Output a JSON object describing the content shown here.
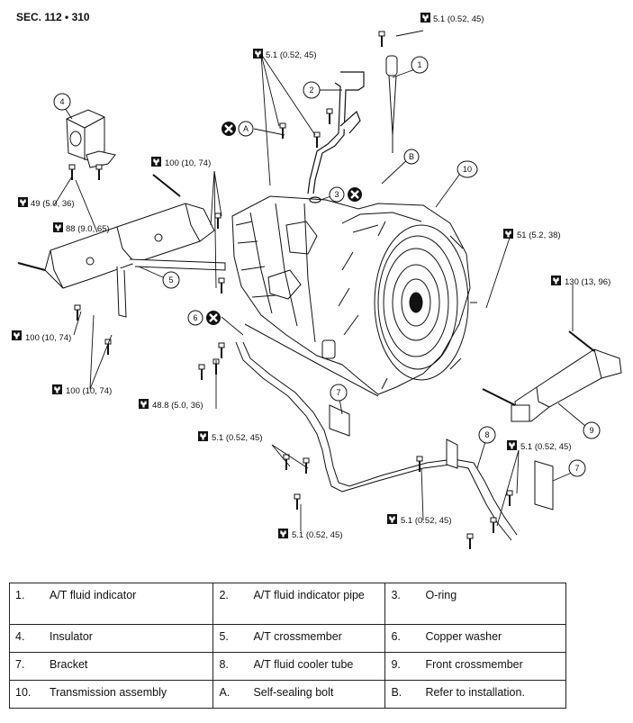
{
  "section": "SEC. 112 • 310",
  "torques": {
    "t_top_right": "5.1 (0.52, 45)",
    "t_pipe": "5.1 (0.52, 45)",
    "t_insulator_49": "49 (5.0, 36)",
    "t_insulator_88": "88 (9.0, 65)",
    "t_xmember_100_top": "100 (10, 74)",
    "t_xmember_100_left": "100 (10, 74)",
    "t_xmember_100_bottom": "100 (10, 74)",
    "t_51": "51 (5.2, 38)",
    "t_130": "130 (13, 96)",
    "t_48": "48.8 (5.0, 36)",
    "t_tube_left": "5.1 (0.52, 45)",
    "t_tube_right": "5.1 (0.52, 45)",
    "t_tube_mid": "5.1 (0.52, 45)",
    "t_tube_bottom": "5.1 (0.52, 45)"
  },
  "callouts": {
    "c1": "1",
    "c2": "2",
    "c3": "3",
    "c4": "4",
    "c5": "5",
    "c6": "6",
    "c7a": "7",
    "c7b": "7",
    "c8": "8",
    "c9": "9",
    "c10": "10",
    "cA": "A",
    "cB": "B"
  },
  "legend": [
    [
      {
        "num": "1.",
        "text": "A/T fluid indicator"
      },
      {
        "num": "2.",
        "text": "A/T fluid indicator pipe"
      },
      {
        "num": "3.",
        "text": "O-ring"
      }
    ],
    [
      {
        "num": "4.",
        "text": "Insulator"
      },
      {
        "num": "5.",
        "text": "A/T crossmember"
      },
      {
        "num": "6.",
        "text": "Copper washer"
      }
    ],
    [
      {
        "num": "7.",
        "text": "Bracket"
      },
      {
        "num": "8.",
        "text": "A/T fluid cooler tube"
      },
      {
        "num": "9.",
        "text": "Front crossmember"
      }
    ],
    [
      {
        "num": "10.",
        "text": "Transmission assembly"
      },
      {
        "num": "A.",
        "text": "Self-sealing bolt"
      },
      {
        "num": "B.",
        "text": "Refer to installation."
      }
    ]
  ]
}
